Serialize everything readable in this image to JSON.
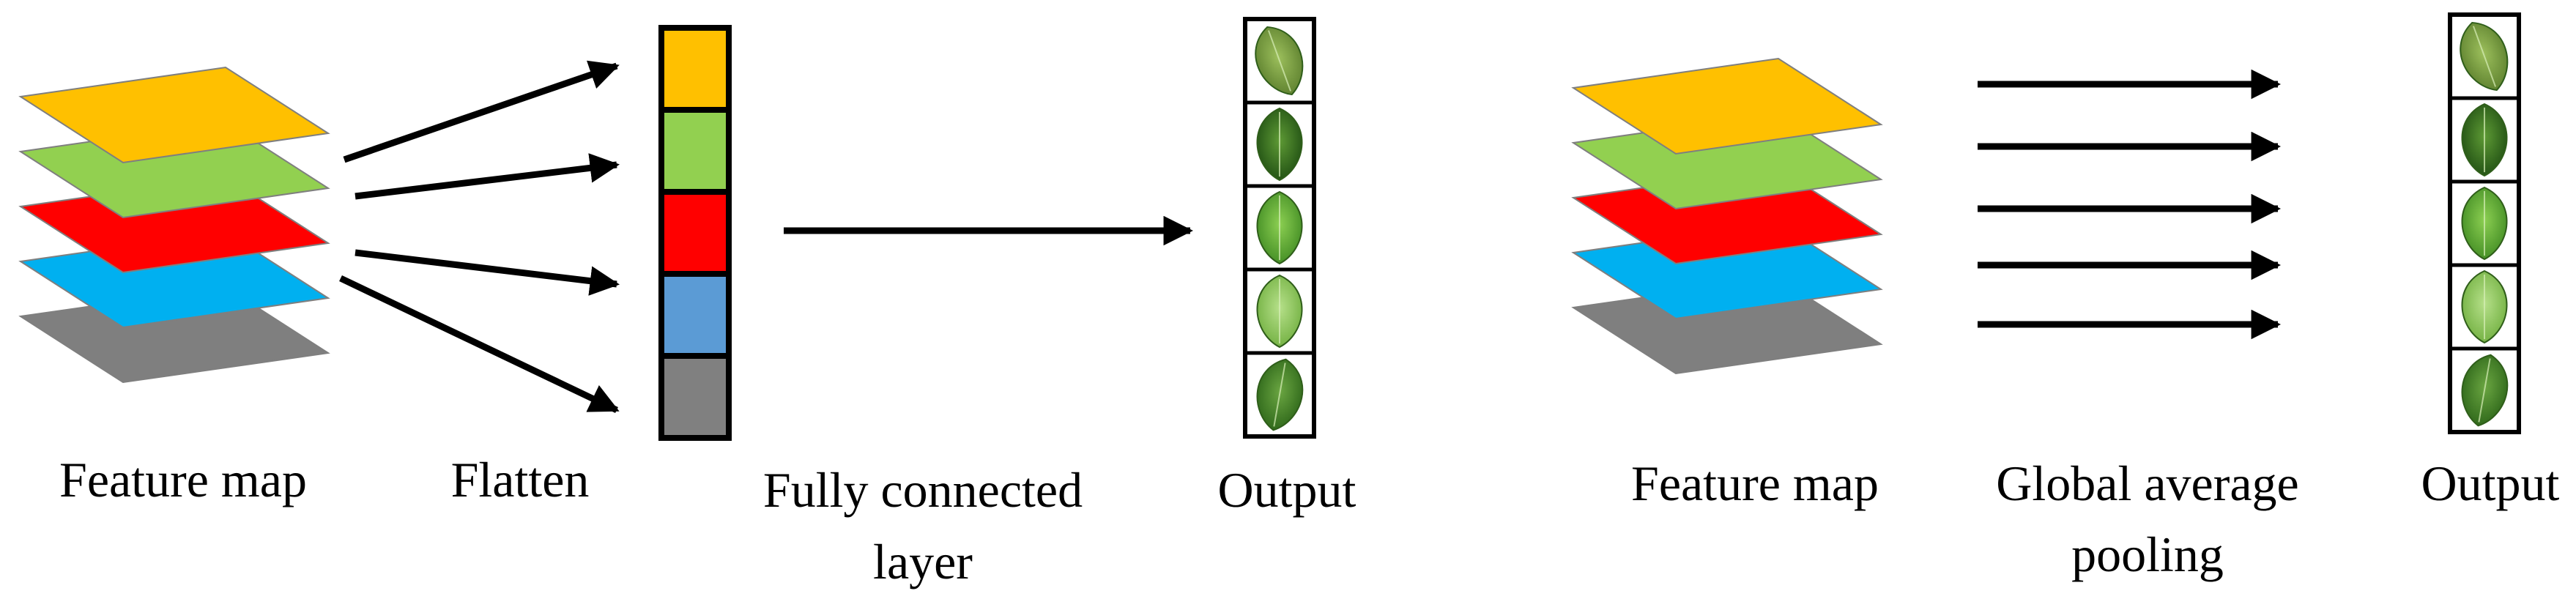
{
  "left_panel": {
    "feature_map_label": "Feature map",
    "flatten_label": "Flatten",
    "fc_label_line1": "Fully connected",
    "fc_label_line2": "layer",
    "output_label": "Output"
  },
  "right_panel": {
    "feature_map_label": "Feature map",
    "gap_label_line1": "Global average",
    "gap_label_line2": "pooling",
    "output_label": "Output"
  },
  "colors": {
    "layer_yellow": "#ffc000",
    "layer_green": "#92d050",
    "layer_red": "#ff0000",
    "layer_blue": "#00b0f0",
    "layer_gray": "#7f7f7f",
    "vector_blue": "#5b9bd5",
    "vector_gray": "#808080",
    "arrow": "#000000"
  },
  "output_items": [
    "leaf-1",
    "leaf-2",
    "leaf-3",
    "leaf-4",
    "leaf-5"
  ]
}
